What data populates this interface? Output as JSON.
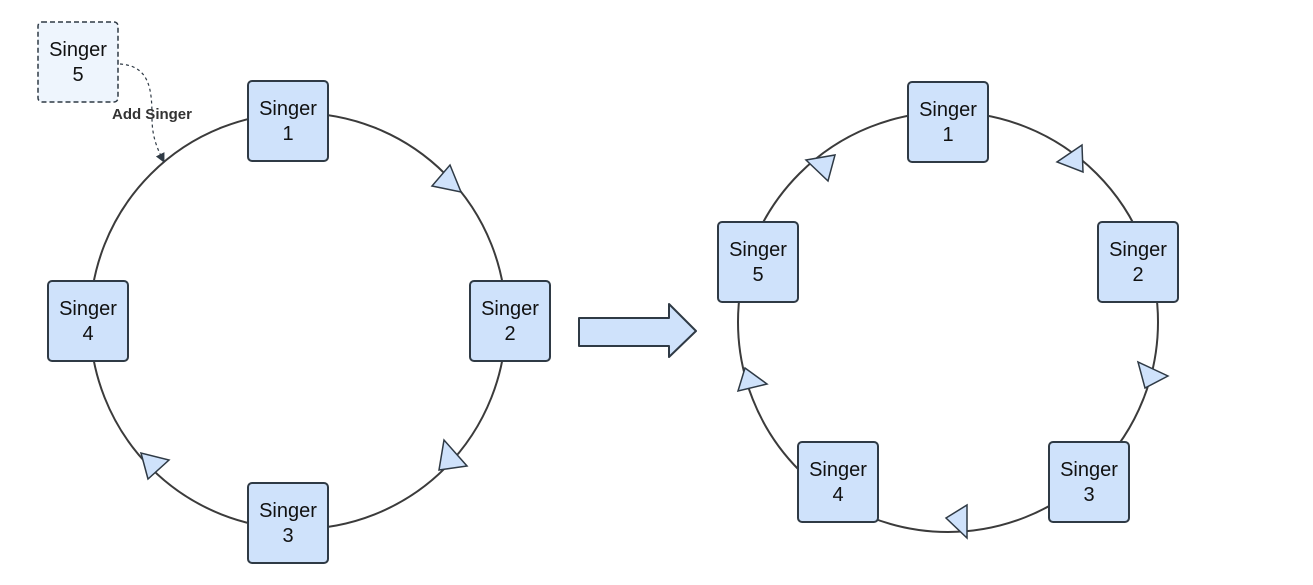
{
  "colors": {
    "node_fill": "#cfe2fb",
    "node_stroke": "#2f3a45",
    "ring_stroke": "#3b3b3b",
    "arrow_fill": "#cfe2fb",
    "new_node_fill": "#eef5fd",
    "transition_fill": "#cfe2fb"
  },
  "before": {
    "nodes": [
      {
        "line1": "Singer",
        "line2": "1"
      },
      {
        "line1": "Singer",
        "line2": "2"
      },
      {
        "line1": "Singer",
        "line2": "3"
      },
      {
        "line1": "Singer",
        "line2": "4"
      }
    ],
    "new_node": {
      "line1": "Singer",
      "line2": "5"
    },
    "add_label": "Add Singer"
  },
  "after": {
    "nodes": [
      {
        "line1": "Singer",
        "line2": "1"
      },
      {
        "line1": "Singer",
        "line2": "2"
      },
      {
        "line1": "Singer",
        "line2": "3"
      },
      {
        "line1": "Singer",
        "line2": "4"
      },
      {
        "line1": "Singer",
        "line2": "5"
      }
    ]
  }
}
